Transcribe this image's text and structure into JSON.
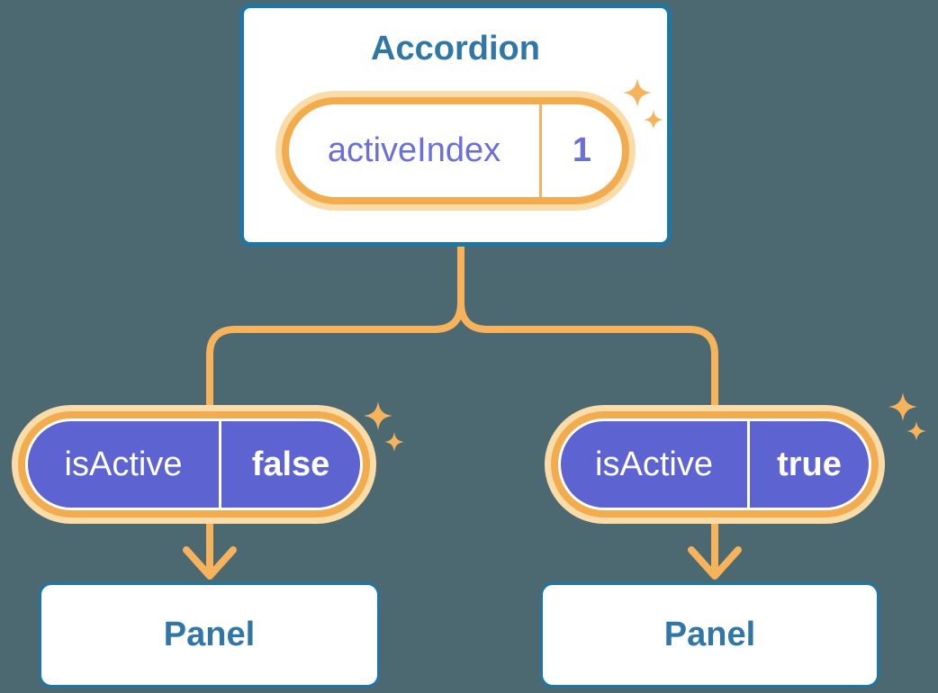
{
  "colors": {
    "background": "#4C6971",
    "blue_border": "#1F76A4",
    "blue_text": "#3077A7",
    "orange_line": "#F6B35C",
    "orange_ring": "#F3AC4D",
    "orange_glow": "#FBDCA9",
    "purple_fill": "#5E63D2",
    "purple_text": "#6A6FDC",
    "white": "#FFFFFF"
  },
  "accordion": {
    "title": "Accordion",
    "state": {
      "name": "activeIndex",
      "value": "1"
    }
  },
  "children": [
    {
      "prop": {
        "name": "isActive",
        "value": "false"
      },
      "panel_label": "Panel"
    },
    {
      "prop": {
        "name": "isActive",
        "value": "true"
      },
      "panel_label": "Panel"
    }
  ],
  "icons": {
    "sparkle": "4-point-sparkle",
    "connector": "tree-branch-lines",
    "arrow": "arrow-down"
  }
}
